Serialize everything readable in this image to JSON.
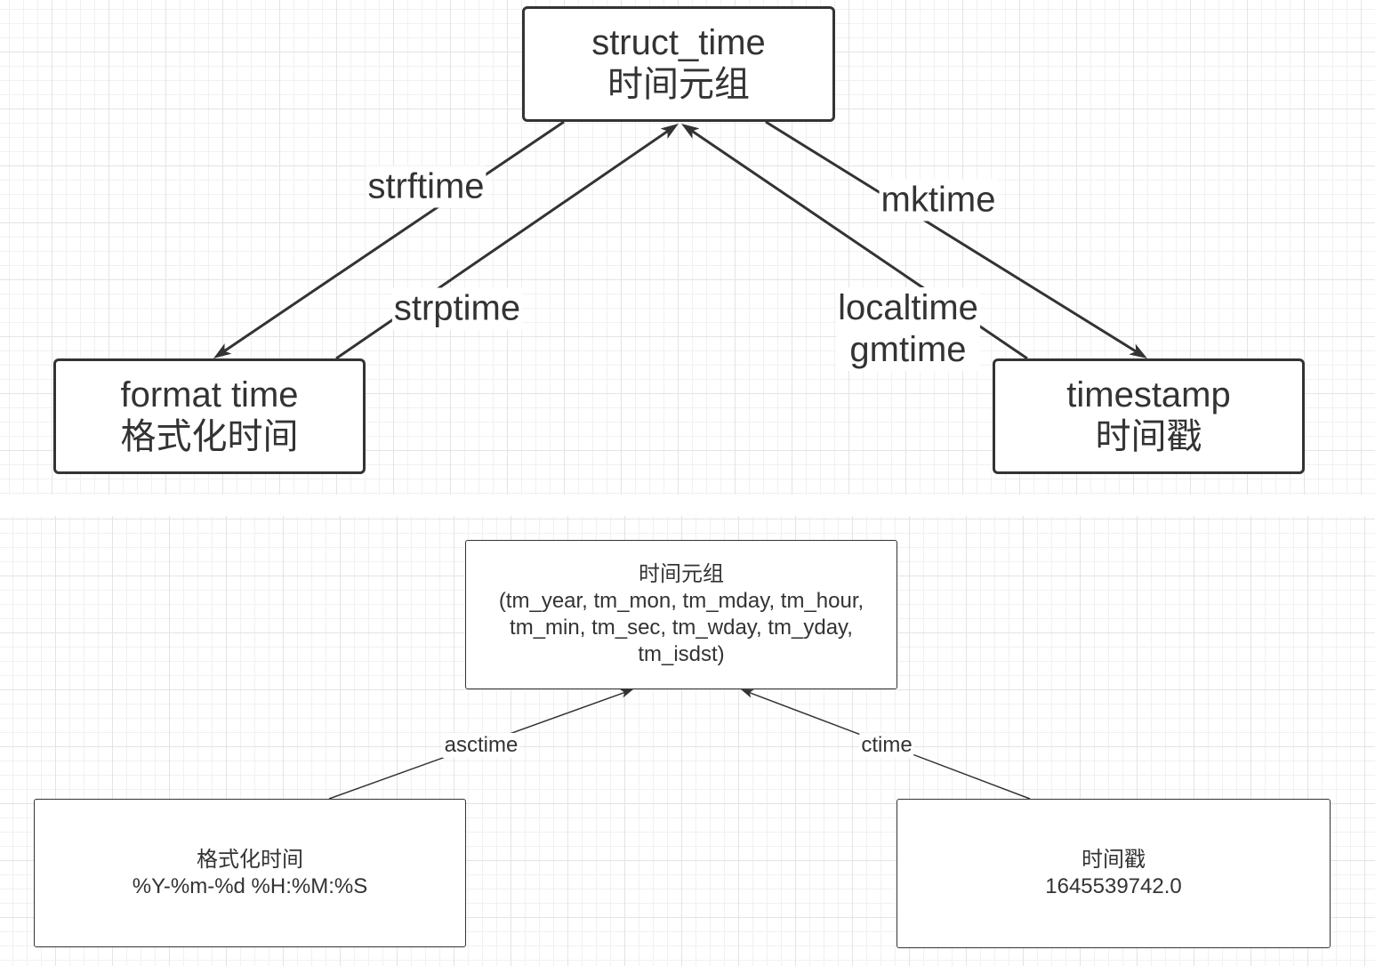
{
  "colors": {
    "line": "#333333",
    "text": "#333333",
    "box_fill": "#ffffff"
  },
  "top_diagram": {
    "struct_time_box": {
      "line1": "struct_time",
      "line2": "时间元组"
    },
    "format_time_box": {
      "line1": "format time",
      "line2": "格式化时间"
    },
    "timestamp_box": {
      "line1": "timestamp",
      "line2": "时间戳"
    },
    "edge_labels": {
      "strftime": "strftime",
      "strptime": "strptime",
      "mktime": "mktime",
      "localtime": "localtime",
      "gmtime": "gmtime"
    }
  },
  "bottom_diagram": {
    "struct_time_box": {
      "lines": [
        "时间元组",
        "(tm_year, tm_mon, tm_mday, tm_hour,",
        "tm_min, tm_sec, tm_wday, tm_yday,",
        "tm_isdst)"
      ]
    },
    "format_time_box": {
      "lines": [
        "格式化时间",
        "%Y-%m-%d %H:%M:%S"
      ]
    },
    "timestamp_box": {
      "lines": [
        "时间戳",
        "1645539742.0"
      ]
    },
    "edge_labels": {
      "asctime": "asctime",
      "ctime": "ctime"
    }
  }
}
